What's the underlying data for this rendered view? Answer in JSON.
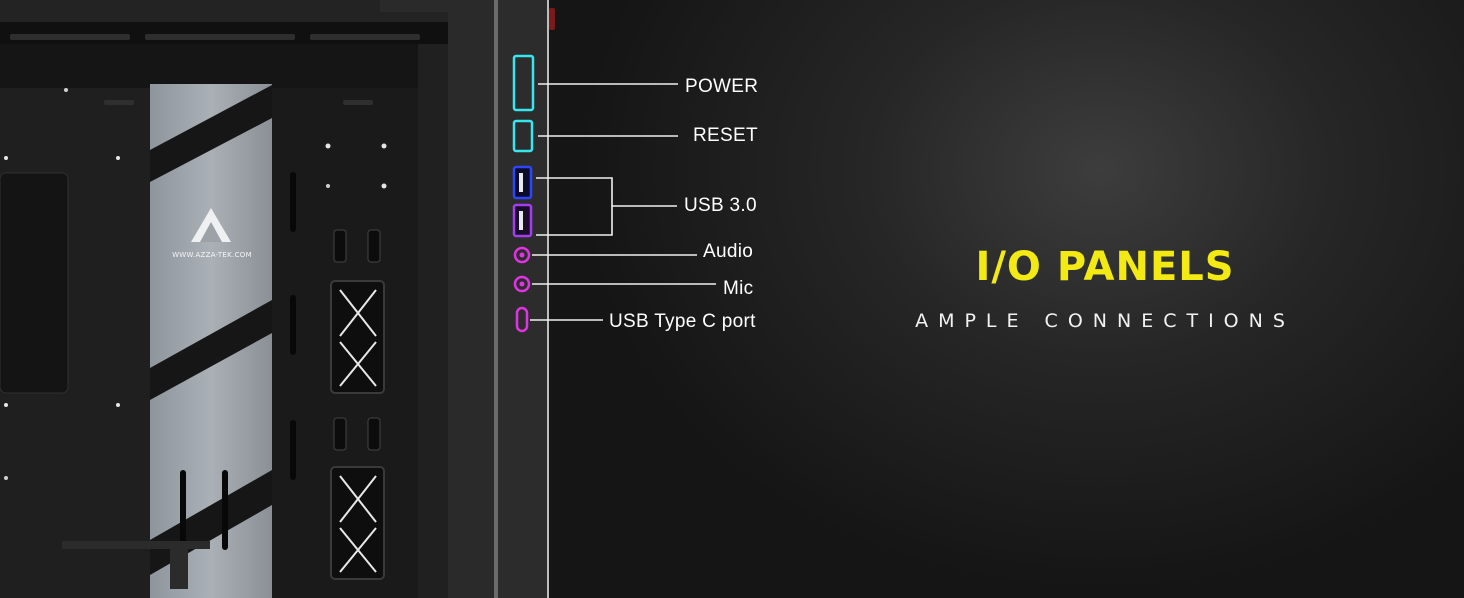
{
  "headline": "I/O PANELS",
  "tagline": "AMPLE CONNECTIONS",
  "brand_url": "WWW.AZZA-TEK.COM",
  "ports": [
    {
      "label": "POWER",
      "icon": "power-button-icon",
      "color": "#38e6ee"
    },
    {
      "label": "RESET",
      "icon": "reset-button-icon",
      "color": "#38e6ee"
    },
    {
      "label": "USB 3.0",
      "icon": "usb-port-icon",
      "color": "#2e45ff"
    },
    {
      "label": "Audio",
      "icon": "audio-jack-icon",
      "color": "#e232e6"
    },
    {
      "label": "Mic",
      "icon": "mic-jack-icon",
      "color": "#e232e6"
    },
    {
      "label": "USB Type C port",
      "icon": "usb-c-port-icon",
      "color": "#e232e6"
    }
  ],
  "colors": {
    "headline": "#f2ea12",
    "background": "#1b1b1b",
    "cyan_port": "#38e6ee",
    "blue_port": "#2e45ff",
    "magenta_port": "#e232e6"
  }
}
